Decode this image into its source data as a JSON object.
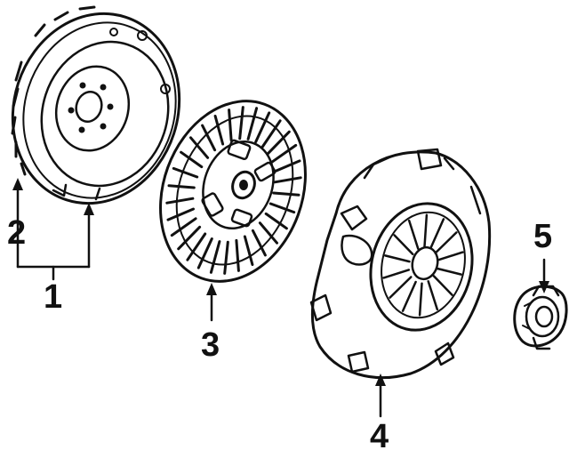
{
  "parts": [
    {
      "callout": "1",
      "icon": "flywheel-assembly-icon"
    },
    {
      "callout": "2",
      "icon": "ring-gear-icon"
    },
    {
      "callout": "3",
      "icon": "clutch-disc-icon"
    },
    {
      "callout": "4",
      "icon": "pressure-plate-icon"
    },
    {
      "callout": "5",
      "icon": "release-bearing-icon"
    }
  ],
  "colors": {
    "ink": "#111111",
    "background": "#ffffff"
  }
}
